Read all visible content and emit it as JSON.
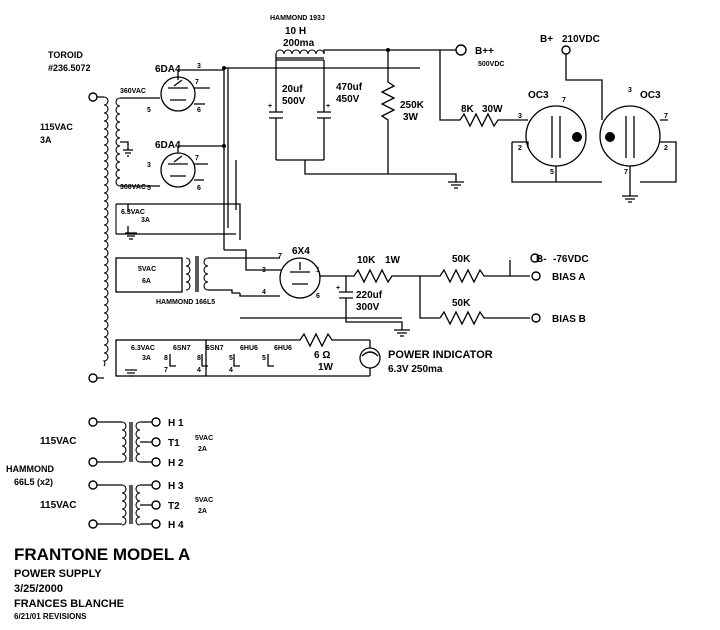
{
  "title": {
    "main": "FRANTONE MODEL A",
    "subtitle": "POWER SUPPLY",
    "date": "3/25/2000",
    "author": "FRANCES BLANCHE",
    "revision": "6/21/01 REVISIONS"
  },
  "main_transformer": {
    "name": "TOROID",
    "part": "#236.5072",
    "primary": "115VAC",
    "primary_current": "3A",
    "hv_winding_top": "360VAC",
    "hv_winding_bottom": "360VAC",
    "heater_winding": "6.3VAC",
    "heater_current": "3A",
    "bias_winding": "5VAC",
    "bias_current": "6A",
    "bias_transformer": "HAMMOND 166L5",
    "aux_winding": "6.3VAC",
    "aux_current": "3A"
  },
  "rectifiers": {
    "tube_top": "6DA4",
    "tube_bottom": "6DA4",
    "bias_tube": "6X4"
  },
  "filter": {
    "choke_name": "HAMMOND 193J",
    "choke_value": "10 H",
    "choke_current": "200ma",
    "cap1_value": "20uf",
    "cap1_voltage": "500V",
    "cap2_value": "470uf",
    "cap2_voltage": "450V",
    "bleeder_value": "250K",
    "bleeder_power": "3W"
  },
  "outputs": {
    "bpp_label": "B++",
    "bpp_voltage": "500VDC",
    "bp_label": "B+",
    "bp_voltage": "210VDC",
    "bminus_label": "B-",
    "bminus_voltage": "-76VDC",
    "bias_a": "BIAS A",
    "bias_b": "BIAS B"
  },
  "regulator": {
    "dropping_resistor": "8K",
    "dropping_power": "30W",
    "tube_left": "OC3",
    "tube_right": "OC3"
  },
  "bias_supply": {
    "resistor1": "10K",
    "resistor1_power": "1W",
    "cap_value": "220uf",
    "cap_voltage": "300V",
    "resistor2": "50K",
    "resistor3": "50K"
  },
  "heaters": {
    "tube1": "6SN7",
    "tube2": "6SN7",
    "tube3": "6HU6",
    "tube4": "6HU6",
    "resistor": "6 Ω",
    "resistor_power": "1W",
    "indicator": "POWER INDICATOR",
    "indicator_spec": "6.3V 250ma"
  },
  "heater_transformers": {
    "name": "HAMMOND",
    "part": "66L5 (x2)",
    "primary1": "115VAC",
    "primary2": "115VAC",
    "h1": "H 1",
    "t1": "T1",
    "h2": "H 2",
    "h3": "H 3",
    "t2": "T2",
    "h4": "H 4",
    "sec1": "5VAC",
    "sec1_current": "2A",
    "sec2": "5VAC",
    "sec2_current": "2A"
  },
  "pin_numbers": [
    "3",
    "7",
    "5",
    "6",
    "3",
    "7",
    "5",
    "6",
    "7",
    "3",
    "4",
    "1",
    "6",
    "5",
    "3",
    "7",
    "2",
    "5",
    "3",
    "7",
    "2",
    "7",
    "8",
    "7",
    "8",
    "4",
    "5",
    "4",
    "5"
  ]
}
